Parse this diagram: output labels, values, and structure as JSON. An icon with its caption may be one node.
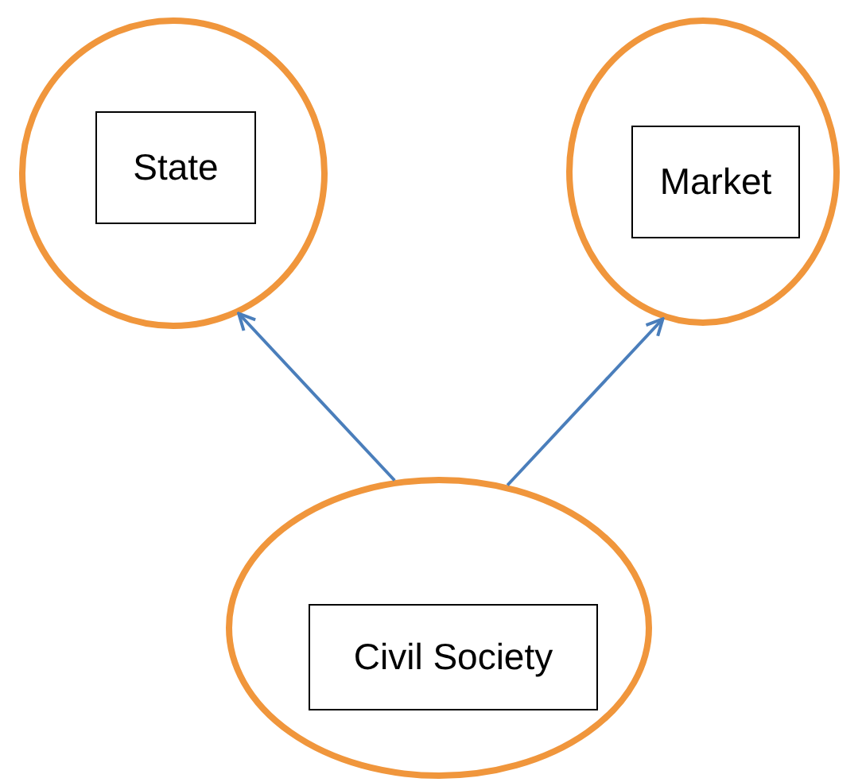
{
  "diagram": {
    "nodes": [
      {
        "text": [],
        "shape": "circle"
      },
      {
        "text": [
          "State"
        ],
        "in": 0
      },
      {
        "text": [],
        "shape": "circle"
      },
      {
        "text": [
          "Market"
        ],
        "in": 2
      },
      {
        "text": [],
        "shape": "circle"
      },
      {
        "text": [
          "Civil Society"
        ],
        "in": 4
      }
    ],
    "edges": [
      {
        "from": 4,
        "to": 0,
        "arrow": "to"
      },
      {
        "from": 4,
        "to": 2,
        "arrow": "to"
      }
    ]
  }
}
